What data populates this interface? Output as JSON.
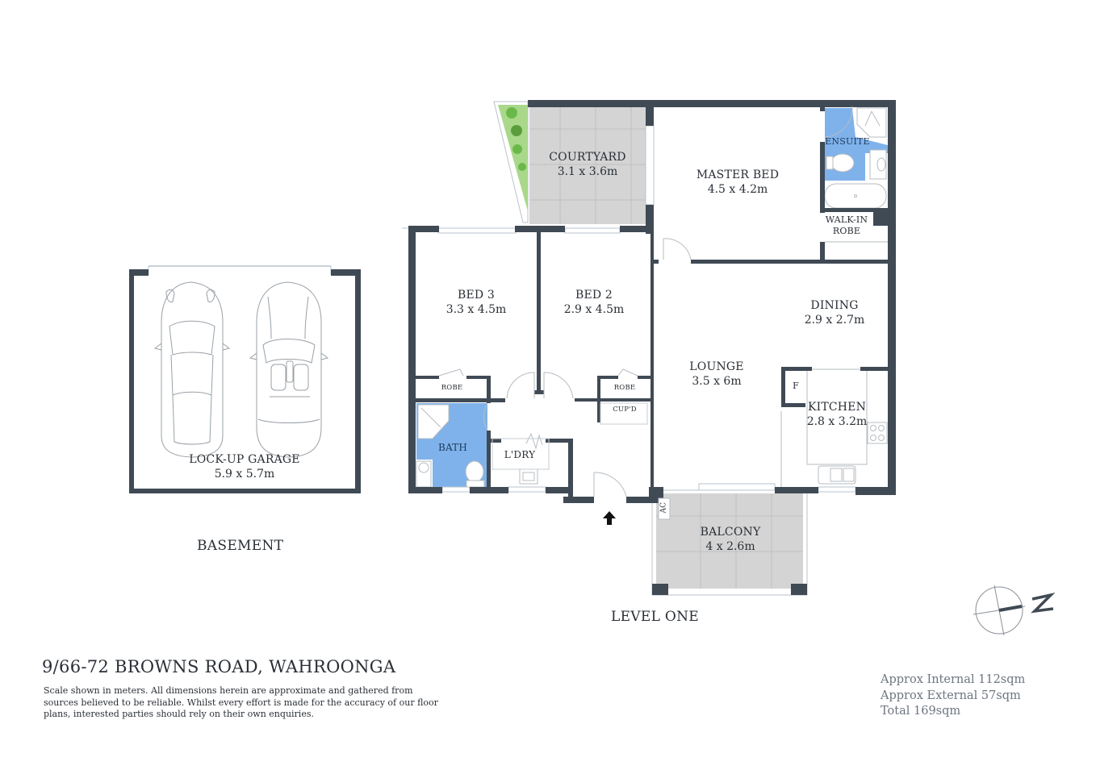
{
  "property": {
    "address": "9/66-72 BROWNS ROAD, WAHROONGA",
    "disclaimer": "Scale shown in meters. All dimensions herein are approximate and gathered from sources believed to be  reliable. Whilst every effort is made for the accuracy of our floor plans, interested parties should rely on their own enquiries."
  },
  "areas": {
    "internal": "Approx Internal 112sqm",
    "external": "Approx External 57sqm",
    "total": "Total 169sqm"
  },
  "levels": {
    "basement": "BASEMENT",
    "level_one": "LEVEL ONE"
  },
  "rooms": {
    "garage": {
      "name": "LOCK-UP GARAGE",
      "dims": "5.9 x 5.7m"
    },
    "courtyard": {
      "name": "COURTYARD",
      "dims": "3.1 x 3.6m"
    },
    "master_bed": {
      "name": "MASTER BED",
      "dims": "4.5 x 4.2m"
    },
    "ensuite": {
      "name": "ENSUITE"
    },
    "walk_in_robe": {
      "name": "WALK-IN",
      "name2": "ROBE"
    },
    "bed3": {
      "name": "BED 3",
      "dims": "3.3 x 4.5m"
    },
    "bed2": {
      "name": "BED 2",
      "dims": "2.9 x 4.5m"
    },
    "dining": {
      "name": "DINING",
      "dims": "2.9 x 2.7m"
    },
    "lounge": {
      "name": "LOUNGE",
      "dims": "3.5 x 6m"
    },
    "kitchen": {
      "name": "KITCHEN",
      "dims": "2.8 x 3.2m"
    },
    "fridge": {
      "name": "F"
    },
    "robe_bed3": {
      "name": "ROBE"
    },
    "robe_bed2": {
      "name": "ROBE"
    },
    "cupboard": {
      "name": "CUP'D"
    },
    "bath": {
      "name": "BATH"
    },
    "laundry": {
      "name": "L'DRY"
    },
    "balcony": {
      "name": "BALCONY",
      "dims": "4 x 2.6m"
    },
    "ac": {
      "name": "AC"
    }
  },
  "compass": {
    "label": "N"
  },
  "colors": {
    "wall": "#404a55",
    "wet_area": "#7fb2ea",
    "paving": "#d4d4d4",
    "garden": "#a9d88a",
    "plant": "#6bb84a",
    "text": "#2a2f36",
    "area_text": "#6d7580"
  }
}
